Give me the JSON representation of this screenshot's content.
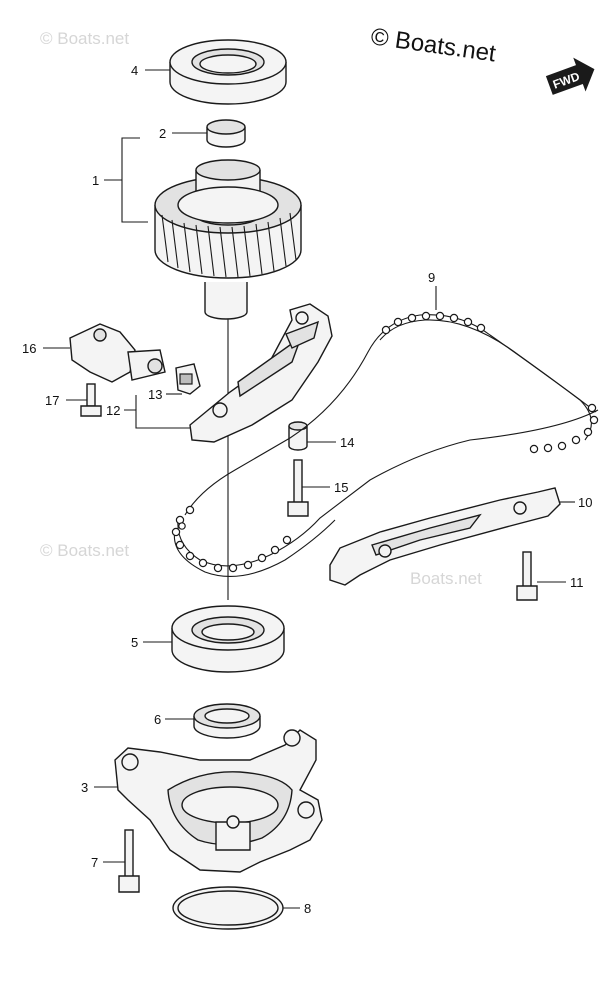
{
  "copyright": "© Boats.net",
  "watermarks": [
    "© Boats.net",
    "© Boats.net",
    "Boats.net"
  ],
  "direction_label": "FWD",
  "callouts": [
    {
      "id": "1",
      "label": "1"
    },
    {
      "id": "2",
      "label": "2"
    },
    {
      "id": "3",
      "label": "3"
    },
    {
      "id": "4",
      "label": "4"
    },
    {
      "id": "5",
      "label": "5"
    },
    {
      "id": "6",
      "label": "6"
    },
    {
      "id": "7",
      "label": "7"
    },
    {
      "id": "8",
      "label": "8"
    },
    {
      "id": "9",
      "label": "9"
    },
    {
      "id": "10",
      "label": "10"
    },
    {
      "id": "11",
      "label": "11"
    },
    {
      "id": "12",
      "label": "12"
    },
    {
      "id": "13",
      "label": "13"
    },
    {
      "id": "14",
      "label": "14"
    },
    {
      "id": "15",
      "label": "15"
    },
    {
      "id": "16",
      "label": "16"
    },
    {
      "id": "17",
      "label": "17"
    }
  ]
}
